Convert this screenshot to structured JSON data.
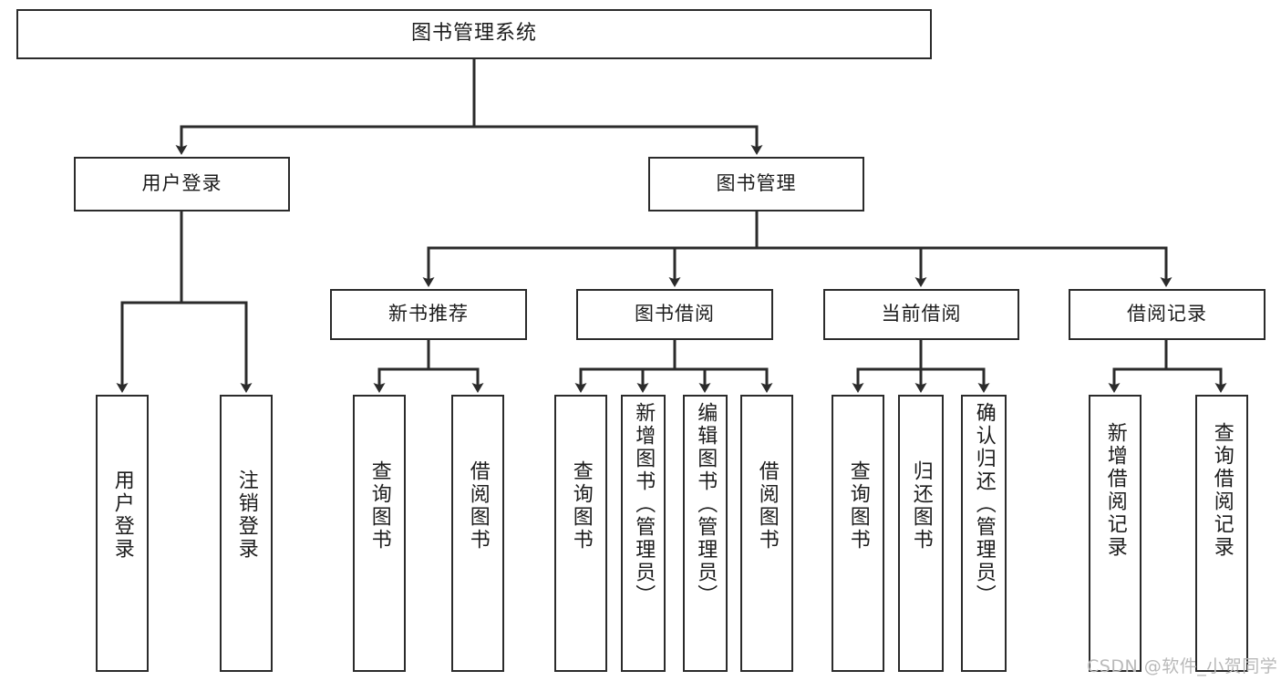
{
  "diagram": {
    "title": "图书管理系统",
    "watermark": "CSDN @软件_小贺同学",
    "colors": {
      "box_border": "#2b2b2b",
      "box_fill": "#ffffff",
      "connector": "#2b2b2b",
      "text": "#1c1c1c",
      "watermark": "#b9b9b9",
      "background": "#ffffff"
    },
    "root": {
      "label": "图书管理系统"
    },
    "level2": [
      {
        "label": "用户登录"
      },
      {
        "label": "图书管理"
      }
    ],
    "level3": [
      {
        "label": "新书推荐"
      },
      {
        "label": "图书借阅"
      },
      {
        "label": "当前借阅"
      },
      {
        "label": "借阅记录"
      }
    ],
    "leaves": {
      "user_login": [
        {
          "label": "用户登录"
        },
        {
          "label": "注销登录"
        }
      ],
      "new_book": [
        {
          "label": "查询图书"
        },
        {
          "label": "借阅图书"
        }
      ],
      "book_borrow": [
        {
          "label": "查询图书"
        },
        {
          "label": "新增图书（管理员）"
        },
        {
          "label": "编辑图书（管理员）"
        },
        {
          "label": "借阅图书"
        }
      ],
      "current_borrow": [
        {
          "label": "查询图书"
        },
        {
          "label": "归还图书"
        },
        {
          "label": "确认归还（管理员）"
        }
      ],
      "borrow_record": [
        {
          "label": "新增借阅记录"
        },
        {
          "label": "查询借阅记录"
        }
      ]
    }
  }
}
